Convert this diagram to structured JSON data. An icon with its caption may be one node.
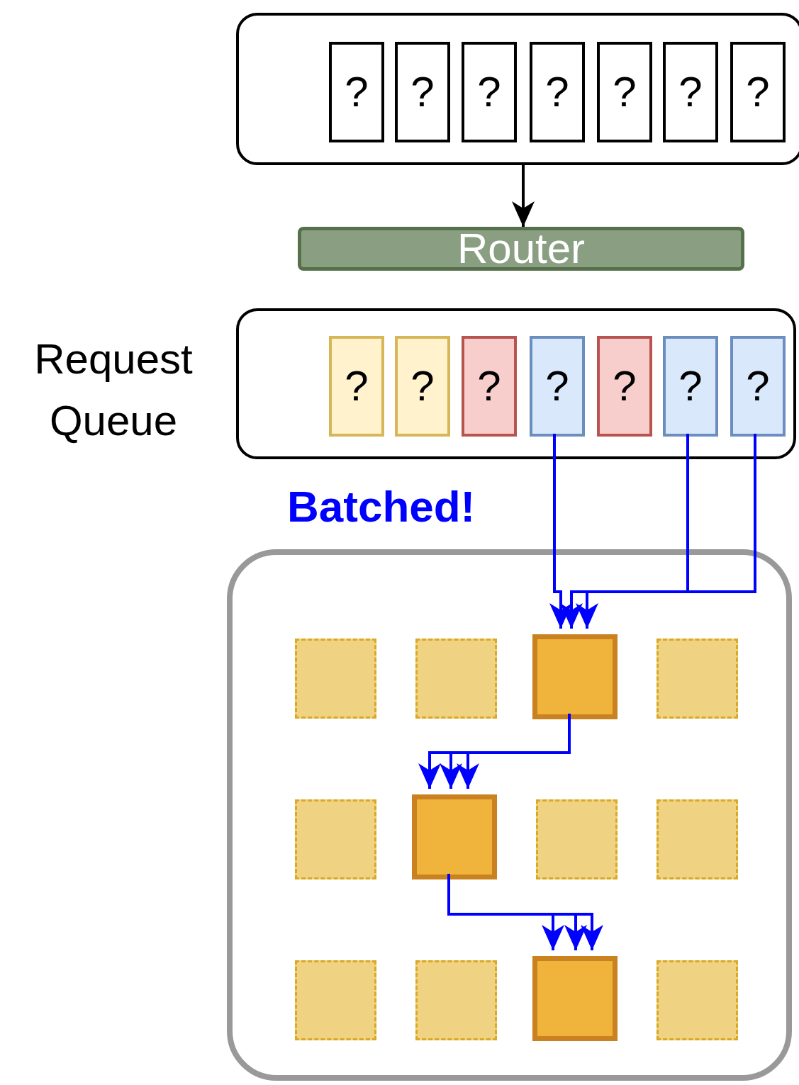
{
  "diagram": {
    "nodes": [
      {
        "text": [],
        "shape": "box"
      },
      {
        "text": [
          "?"
        ],
        "in": 0
      },
      {
        "text": [
          "?"
        ],
        "in": 0
      },
      {
        "text": [
          "?"
        ],
        "in": 0
      },
      {
        "text": [
          "?"
        ],
        "in": 0
      },
      {
        "text": [
          "?"
        ],
        "in": 0
      },
      {
        "text": [
          "?"
        ],
        "in": 0
      },
      {
        "text": [
          "?"
        ],
        "in": 0
      },
      {
        "text": [
          "Router"
        ]
      },
      {
        "text": [
          "Request Queue"
        ]
      },
      {
        "text": [
          "?"
        ],
        "in": 9
      },
      {
        "text": [
          "?"
        ],
        "in": 9
      },
      {
        "text": [
          "?"
        ],
        "in": 9
      },
      {
        "text": [
          "?"
        ],
        "in": 9
      },
      {
        "text": [
          "?"
        ],
        "in": 9
      },
      {
        "text": [
          "?"
        ],
        "in": 9
      },
      {
        "text": [
          "?"
        ],
        "in": 9
      },
      {
        "text": [],
        "shape": "box"
      },
      {
        "text": [],
        "shape": "box",
        "in": 17
      },
      {
        "text": [],
        "shape": "box",
        "in": 17
      },
      {
        "text": [],
        "shape": "box",
        "in": 17
      },
      {
        "text": [],
        "shape": "box",
        "in": 17
      },
      {
        "text": [],
        "shape": "box",
        "in": 17
      },
      {
        "text": [],
        "shape": "box",
        "in": 17
      },
      {
        "text": [],
        "shape": "box",
        "in": 17
      },
      {
        "text": [],
        "shape": "box",
        "in": 17
      },
      {
        "text": [],
        "shape": "box",
        "in": 17
      },
      {
        "text": [],
        "shape": "box",
        "in": 17
      },
      {
        "text": [],
        "shape": "box",
        "in": 17
      },
      {
        "text": [],
        "shape": "box",
        "in": 17
      }
    ],
    "edges": [
      {
        "from": 0,
        "to": 8,
        "arrow": "to",
        "color": "#000000"
      },
      {
        "from": 13,
        "to": 20,
        "arrow": "to"
      },
      {
        "from": 15,
        "to": 20,
        "arrow": "to"
      },
      {
        "from": 16,
        "to": 20,
        "arrow": "to"
      },
      {
        "from": 20,
        "to": 23,
        "arrow": "to"
      },
      {
        "from": 20,
        "to": 23,
        "arrow": "to"
      },
      {
        "from": 20,
        "to": 23,
        "arrow": "to"
      },
      {
        "from": 23,
        "to": 28,
        "arrow": "to"
      },
      {
        "from": 23,
        "to": 28,
        "arrow": "to"
      },
      {
        "from": 23,
        "to": 28,
        "arrow": "to"
      }
    ],
    "labels": [
      "Batched!"
    ]
  }
}
